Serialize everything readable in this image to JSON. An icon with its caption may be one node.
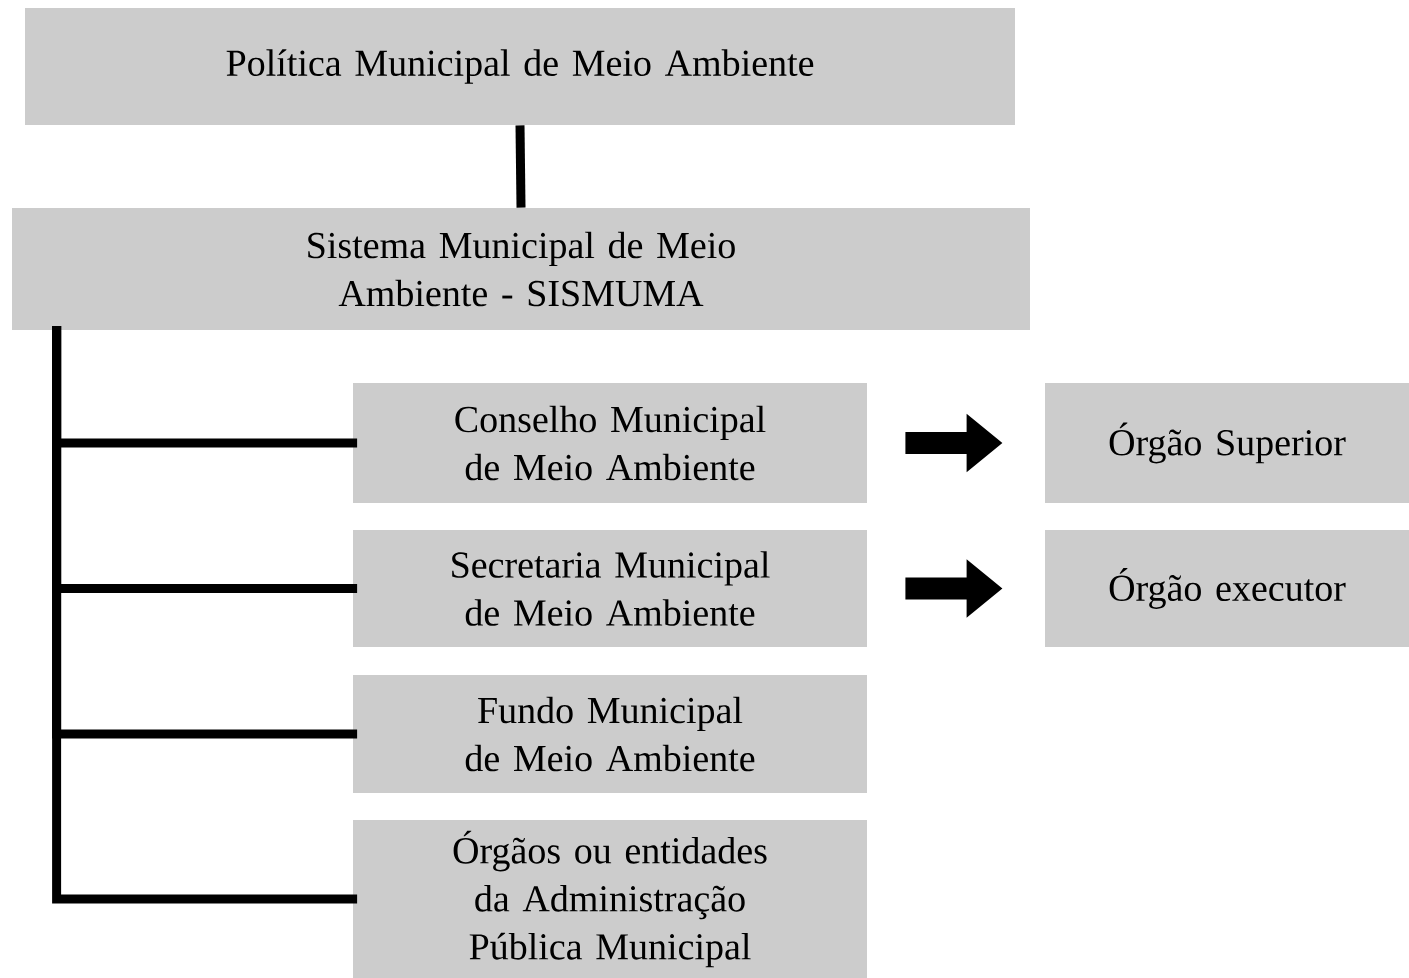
{
  "diagram": {
    "nodes": [
      {
        "text": [
          "Política Municipal de Meio Ambiente"
        ]
      },
      {
        "text": [
          "Sistema Municipal de Meio Ambiente - SISMUMA"
        ]
      },
      {
        "text": [
          "Conselho Municipal de Meio Ambiente"
        ]
      },
      {
        "text": [
          "Secretaria Municipal de Meio Ambiente"
        ]
      },
      {
        "text": [
          "Fundo Municipal de Meio Ambiente"
        ]
      },
      {
        "text": [
          "Órgãos ou entidades da Administração Pública Municipal"
        ]
      },
      {
        "text": [
          "Órgão Superior"
        ]
      },
      {
        "text": [
          "Órgão executor"
        ]
      }
    ],
    "edges": [
      {
        "from": 0,
        "to": 1,
        "arrow": "none"
      },
      {
        "from": 1,
        "to": 2,
        "arrow": "none"
      },
      {
        "from": 1,
        "to": 3,
        "arrow": "none"
      },
      {
        "from": 1,
        "to": 4,
        "arrow": "none"
      },
      {
        "from": 1,
        "to": 5,
        "arrow": "none"
      },
      {
        "from": 2,
        "to": 6,
        "arrow": "to",
        "style": "thick"
      },
      {
        "from": 3,
        "to": 7,
        "arrow": "to",
        "style": "thick"
      }
    ]
  }
}
